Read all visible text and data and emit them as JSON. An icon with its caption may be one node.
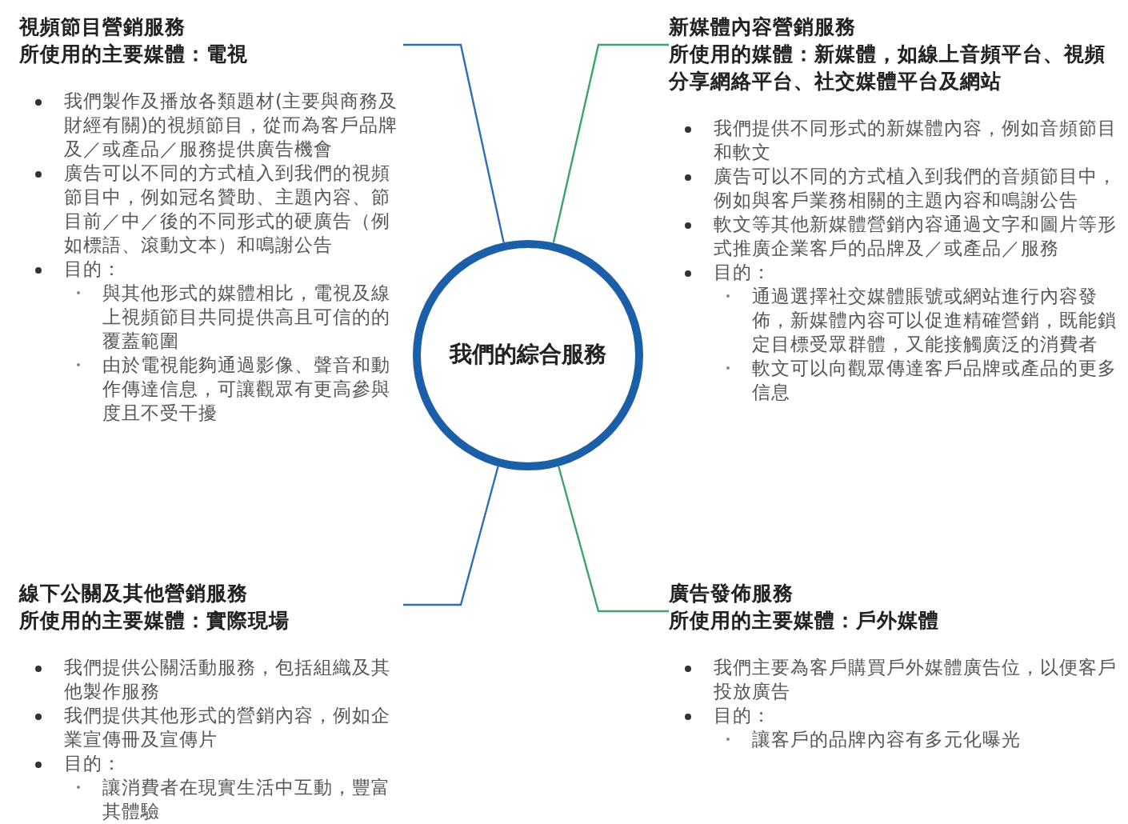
{
  "diagram": {
    "nodes": [
      {
        "text": [
          "視頻節目營銷服務",
          "所使用的主要媒體：電視",
          "我們製作及播放各類題材(主要與商務及財經有關)的視頻節目，從而為客戶品牌及／或產品／服務提供廣告機會",
          "廣告可以不同的方式植入到我們的視頻節目中，例如冠名贊助、主題內容、節目前／中／後的不同形式的硬廣告（例如標語、滾動文本）和鳴謝公告",
          "目的：",
          "與其他形式的媒體相比，電視及線上視頻節目共同提供高且可信的的覆蓋範圍",
          "由於電視能夠通過影像、聲音和動作傳達信息，可讓觀眾有更高參與度且不受干擾"
        ]
      },
      {
        "text": [
          "新媒體內容營銷服務",
          "所使用的媒體：新媒體，如線上音頻平台、視頻分享網絡平台、社交媒體平台及網站",
          "我們提供不同形式的新媒體內容，例如音頻節目和軟文",
          "廣告可以不同的方式植入到我們的音頻節目中，例如與客戶業務相關的主題內容和鳴謝公告",
          "軟文等其他新媒體營銷內容通過文字和圖片等形式推廣企業客戶的品牌及／或產品／服務",
          "目的：",
          "通過選擇社交媒體賬號或網站進行內容發佈，新媒體內容可以促進精確營銷，既能鎖定目標受眾群體，又能接觸廣泛的消費者",
          "軟文可以向觀眾傳達客戶品牌或產品的更多信息"
        ]
      },
      {
        "text": [
          "我們的綜合服務"
        ]
      },
      {
        "text": [
          "線下公關及其他營銷服務",
          "所使用的主要媒體：實際現場",
          "我們提供公關活動服務，包括組織及其他製作服務",
          "我們提供其他形式的營銷內容，例如企業宣傳冊及宣傳片",
          "目的：",
          "讓消費者在現實生活中互動，豐富其體驗"
        ]
      },
      {
        "text": [
          "廣告發佈服務",
          "所使用的主要媒體：戶外媒體",
          "我們主要為客戶購買戶外媒體廣告位，以便客戶投放廣告",
          "目的：",
          "讓客戶的品牌內容有多元化曝光"
        ]
      }
    ],
    "edges": [
      {
        "from": 2,
        "to": 0,
        "arrow": "none"
      },
      {
        "from": 2,
        "to": 1,
        "arrow": "none",
        "color": "#3aa46c"
      },
      {
        "from": 2,
        "to": 3,
        "arrow": "none"
      },
      {
        "from": 2,
        "to": 4,
        "arrow": "none",
        "color": "#3aa46c"
      }
    ]
  }
}
